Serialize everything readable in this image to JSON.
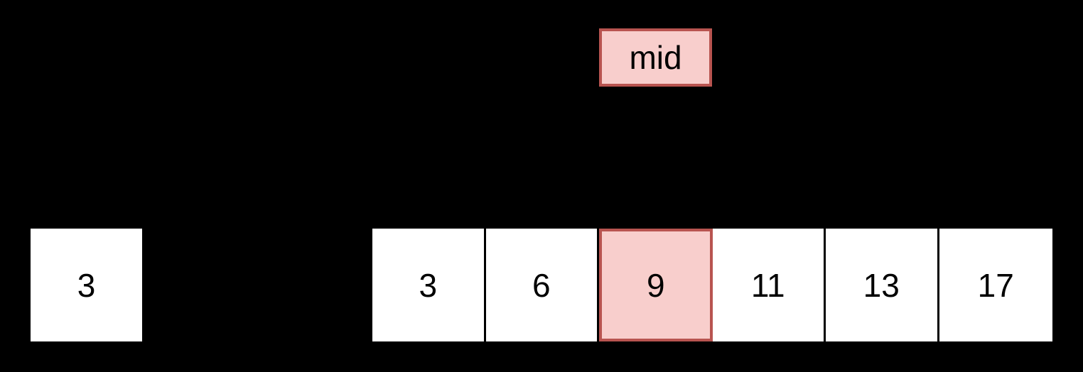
{
  "diagram": {
    "title": "Binary search array with mid pointer",
    "background_color": "#000000",
    "highlight_fill": "#f8cecc",
    "highlight_border": "#b85450",
    "cell_fill": "#ffffff",
    "text_color": "#000000"
  },
  "pointer": {
    "label": "mid",
    "target_index": 2
  },
  "single_cell": {
    "value": "3"
  },
  "array": {
    "cells": [
      {
        "value": "3",
        "highlighted": false
      },
      {
        "value": "6",
        "highlighted": false
      },
      {
        "value": "9",
        "highlighted": true
      },
      {
        "value": "11",
        "highlighted": false
      },
      {
        "value": "13",
        "highlighted": false
      },
      {
        "value": "17",
        "highlighted": false
      }
    ]
  }
}
